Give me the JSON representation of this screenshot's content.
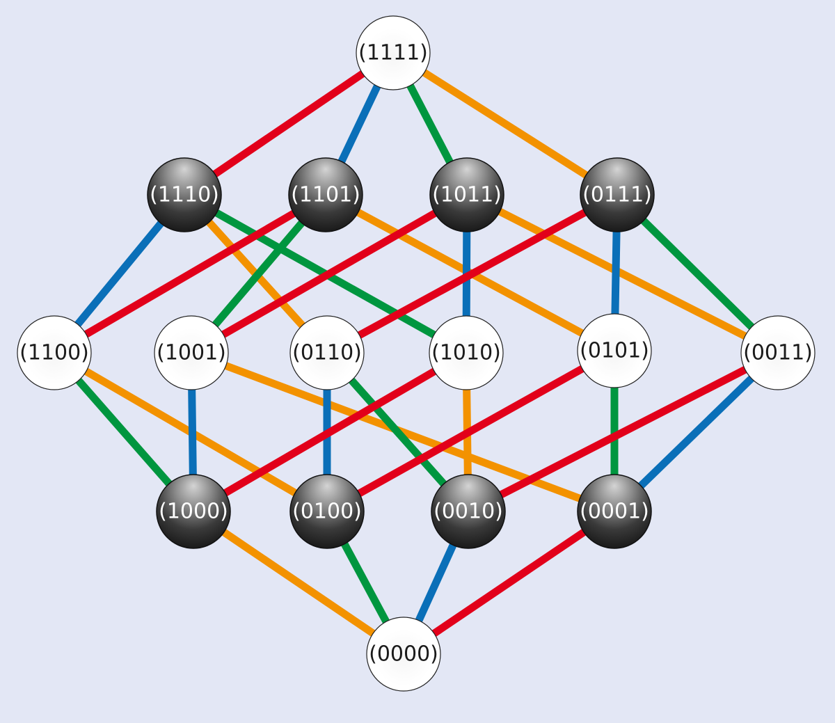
{
  "diagram": {
    "background": "#e3e7f5",
    "edge_colors": {
      "red": "#e2001a",
      "blue": "#0a6fb8",
      "green": "#00963f",
      "orange": "#f39200"
    },
    "nodes": [
      {
        "id": "n1111",
        "label": "(1111)",
        "style": "white"
      },
      {
        "id": "n1110",
        "label": "(1110)",
        "style": "dark"
      },
      {
        "id": "n1101",
        "label": "(1101)",
        "style": "dark"
      },
      {
        "id": "n1011",
        "label": "(1011)",
        "style": "dark"
      },
      {
        "id": "n0111",
        "label": "(0111)",
        "style": "dark"
      },
      {
        "id": "n1100",
        "label": "(1100)",
        "style": "white"
      },
      {
        "id": "n1001",
        "label": "(1001)",
        "style": "white"
      },
      {
        "id": "n0110",
        "label": "(0110)",
        "style": "white"
      },
      {
        "id": "n1010",
        "label": "(1010)",
        "style": "white"
      },
      {
        "id": "n0101",
        "label": "(0101)",
        "style": "white"
      },
      {
        "id": "n0011",
        "label": "(0011)",
        "style": "white"
      },
      {
        "id": "n1000",
        "label": "(1000)",
        "style": "dark"
      },
      {
        "id": "n0100",
        "label": "(0100)",
        "style": "dark"
      },
      {
        "id": "n0010",
        "label": "(0010)",
        "style": "dark"
      },
      {
        "id": "n0001",
        "label": "(0001)",
        "style": "dark"
      },
      {
        "id": "n0000",
        "label": "(0000)",
        "style": "white"
      }
    ],
    "edges": [
      {
        "from": "n1111",
        "to": "n1110",
        "color": "red"
      },
      {
        "from": "n1111",
        "to": "n1101",
        "color": "blue"
      },
      {
        "from": "n1111",
        "to": "n1011",
        "color": "green"
      },
      {
        "from": "n1111",
        "to": "n0111",
        "color": "orange"
      },
      {
        "from": "n1110",
        "to": "n1100",
        "color": "blue"
      },
      {
        "from": "n1110",
        "to": "n1010",
        "color": "green"
      },
      {
        "from": "n1110",
        "to": "n0110",
        "color": "orange"
      },
      {
        "from": "n1101",
        "to": "n1100",
        "color": "red"
      },
      {
        "from": "n1101",
        "to": "n0101",
        "color": "orange"
      },
      {
        "from": "n1101",
        "to": "n1001",
        "color": "green"
      },
      {
        "from": "n1011",
        "to": "n1001",
        "color": "red"
      },
      {
        "from": "n1011",
        "to": "n1010",
        "color": "blue"
      },
      {
        "from": "n1011",
        "to": "n0011",
        "color": "orange"
      },
      {
        "from": "n0111",
        "to": "n0110",
        "color": "red"
      },
      {
        "from": "n0111",
        "to": "n0101",
        "color": "blue"
      },
      {
        "from": "n0111",
        "to": "n0011",
        "color": "green"
      },
      {
        "from": "n1100",
        "to": "n1000",
        "color": "green"
      },
      {
        "from": "n1100",
        "to": "n0100",
        "color": "orange"
      },
      {
        "from": "n1001",
        "to": "n1000",
        "color": "blue"
      },
      {
        "from": "n1001",
        "to": "n0001",
        "color": "orange"
      },
      {
        "from": "n0110",
        "to": "n0100",
        "color": "blue"
      },
      {
        "from": "n0110",
        "to": "n0010",
        "color": "green"
      },
      {
        "from": "n1010",
        "to": "n1000",
        "color": "red"
      },
      {
        "from": "n1010",
        "to": "n0010",
        "color": "orange"
      },
      {
        "from": "n0101",
        "to": "n0100",
        "color": "red"
      },
      {
        "from": "n0101",
        "to": "n0001",
        "color": "green"
      },
      {
        "from": "n0011",
        "to": "n0010",
        "color": "red"
      },
      {
        "from": "n0011",
        "to": "n0001",
        "color": "blue"
      },
      {
        "from": "n1000",
        "to": "n0000",
        "color": "orange"
      },
      {
        "from": "n0100",
        "to": "n0000",
        "color": "green"
      },
      {
        "from": "n0010",
        "to": "n0000",
        "color": "blue"
      },
      {
        "from": "n0001",
        "to": "n0000",
        "color": "red"
      }
    ]
  }
}
